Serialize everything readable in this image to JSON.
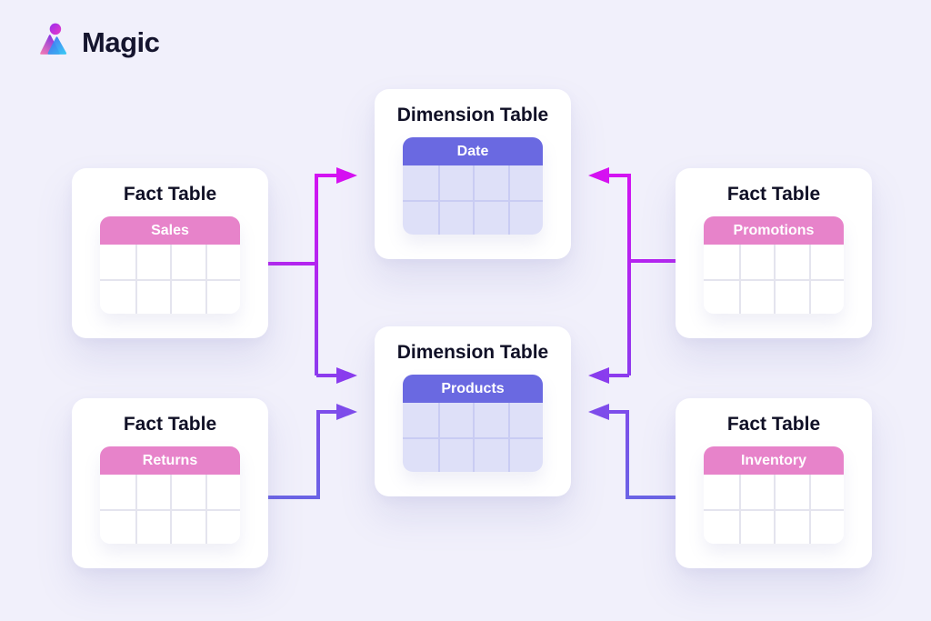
{
  "logo": {
    "text": "Magic"
  },
  "cards": [
    {
      "id": "fact-sales",
      "type": "fact",
      "title": "Fact Table",
      "table_name": "Sales"
    },
    {
      "id": "fact-returns",
      "type": "fact",
      "title": "Fact Table",
      "table_name": "Returns"
    },
    {
      "id": "dim-date",
      "type": "dimension",
      "title": "Dimension Table",
      "table_name": "Date"
    },
    {
      "id": "dim-products",
      "type": "dimension",
      "title": "Dimension Table",
      "table_name": "Products"
    },
    {
      "id": "fact-promotions",
      "type": "fact",
      "title": "Fact Table",
      "table_name": "Promotions"
    },
    {
      "id": "fact-inventory",
      "type": "fact",
      "title": "Fact Table",
      "table_name": "Inventory"
    }
  ],
  "relationships": [
    {
      "from": "Sales",
      "to": "Date"
    },
    {
      "from": "Sales",
      "to": "Products"
    },
    {
      "from": "Returns",
      "to": "Products"
    },
    {
      "from": "Promotions",
      "to": "Date"
    },
    {
      "from": "Promotions",
      "to": "Products"
    },
    {
      "from": "Inventory",
      "to": "Products"
    }
  ],
  "colors": {
    "page_background": "#F1F0FB",
    "card_background": "#FFFFFF",
    "dimension_header": "#6A69E1",
    "dimension_body": "#DEE0F8",
    "dimension_grid": "#C9CCF3",
    "fact_header": "#E783CA",
    "fact_grid": "#E4E4EE",
    "arrow_magenta": "#D611F2",
    "arrow_violet": "#8A3CEE",
    "arrow_blue_violet_top": "#7E4CEB",
    "arrow_blue_violet_bottom": "#6A64E5",
    "title_text": "#101026"
  }
}
